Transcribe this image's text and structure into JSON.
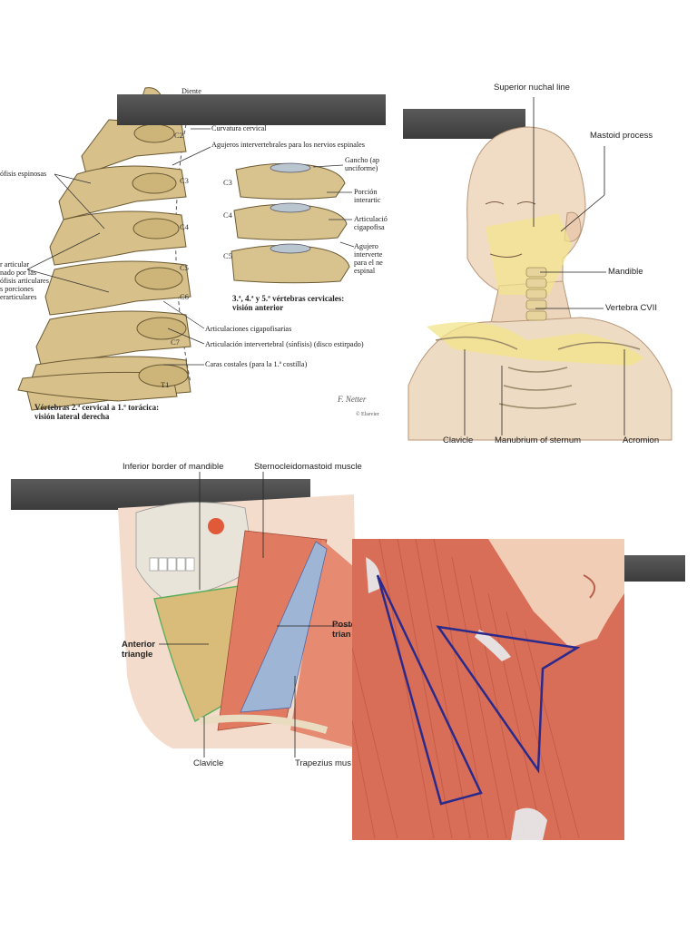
{
  "panel1": {
    "top_cut_label": "Diente",
    "curvature": "Curvatura cervical",
    "foramina": "Agujeros intervertebrales para los nervios espinales",
    "spinous": "ófisis espinosas",
    "articular_lines": [
      "r articular",
      "nado por las",
      "ófisis articulares",
      "s porciones",
      "erarticulares"
    ],
    "vertebrae": [
      "C2",
      "C3",
      "C4",
      "C5",
      "C6",
      "C7",
      "T1"
    ],
    "inset_vertebrae": [
      "C3",
      "C4",
      "C5"
    ],
    "gancho": [
      "Gancho (ap",
      "unciforme)"
    ],
    "porcion": [
      "Porción",
      "interartic"
    ],
    "articulac": [
      "Articulació",
      "cigapofisa"
    ],
    "agujero": [
      "Agujero",
      "interverte",
      "para el ne",
      "espinal"
    ],
    "inset_caption": [
      "3.ª, 4.ª y 5.ª vértebras cervicales:",
      "visión anterior"
    ],
    "cigapofisarias": "Articulaciones cigapofisarias",
    "intervertebral": "Articulación intervertebral (sínfisis) (disco estirpado)",
    "costales": "Caras costales (para la 1.ª costilla)",
    "caption": [
      "Vértebras 2.ª cervical a 1.ª torácica:",
      "visión lateral derecha"
    ],
    "signature": "F. Netter",
    "copyright": "© Elsevier"
  },
  "panel2": {
    "superior_nuchal": "Superior nuchal line",
    "mastoid": "Mastoid process",
    "mandible": "Mandible",
    "vertebra": "Vertebra CVII",
    "clavicle": "Clavicle",
    "manubrium": "Manubrium of sternum",
    "acromion": "Acromion"
  },
  "panel3": {
    "inferior_border": "Inferior border of mandible",
    "scm": "Sternocleidomastoid muscle",
    "anterior": [
      "Anterior",
      "triangle"
    ],
    "posterior": [
      "Poste",
      "trian"
    ],
    "clavicle": "Clavicle",
    "trapezius": "Trapezius mus"
  },
  "colors": {
    "redaction": "#474747",
    "bone": "#d9c48e",
    "skin": "#f1dcc4",
    "yellow_highlight": "#f2e48a",
    "muscle": "#d9725c",
    "triangle_outline": "#2a2a8c",
    "posterior_triangle_fill": "#9fb5d6"
  },
  "icons": [
    "redaction-bar"
  ]
}
